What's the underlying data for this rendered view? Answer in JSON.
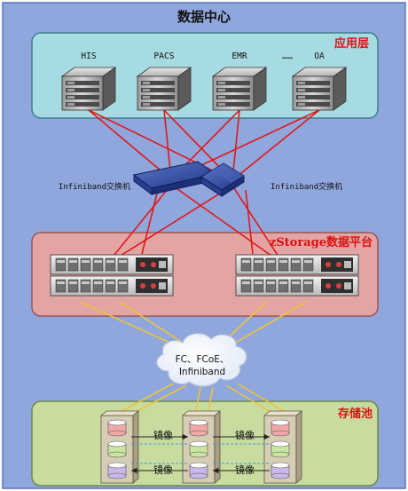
{
  "diagram": {
    "title": "数据中心",
    "colors": {
      "outer_bg": "#8fa7dc",
      "app_layer_bg": "#a7dbe2",
      "storage_platform_bg": "#e3a4a4",
      "storage_pool_bg": "#c8dca0",
      "layer_label": "#e01010",
      "red_link": "#e01818",
      "yellow_link": "#f0c23c",
      "mirror_arrow": "#202020"
    },
    "app_layer": {
      "label": "应用层",
      "servers": [
        {
          "name": "HIS",
          "icon": "server-tower-icon"
        },
        {
          "name": "PACS",
          "icon": "server-tower-icon"
        },
        {
          "name": "EMR",
          "icon": "server-tower-icon"
        },
        {
          "name": "OA",
          "icon": "server-tower-icon"
        }
      ],
      "ellipsis": "……"
    },
    "switches": [
      {
        "label": "Infiniband交换机",
        "icon": "network-switch-icon"
      },
      {
        "label": "Infiniband交换机",
        "icon": "network-switch-icon"
      }
    ],
    "storage_platform": {
      "label": "zStorage数据平台",
      "nodes": [
        {
          "icon": "storage-rack-icon"
        },
        {
          "icon": "storage-rack-icon"
        }
      ]
    },
    "network_cloud": {
      "line1": "FC、FCoE、",
      "line2": "Infiniband",
      "icon": "cloud-icon"
    },
    "storage_pool": {
      "label": "存储池",
      "mirror_label": "镜像",
      "cabinets": [
        {
          "icon": "disk-cabinet-icon"
        },
        {
          "icon": "disk-cabinet-icon"
        },
        {
          "icon": "disk-cabinet-icon"
        }
      ]
    }
  }
}
